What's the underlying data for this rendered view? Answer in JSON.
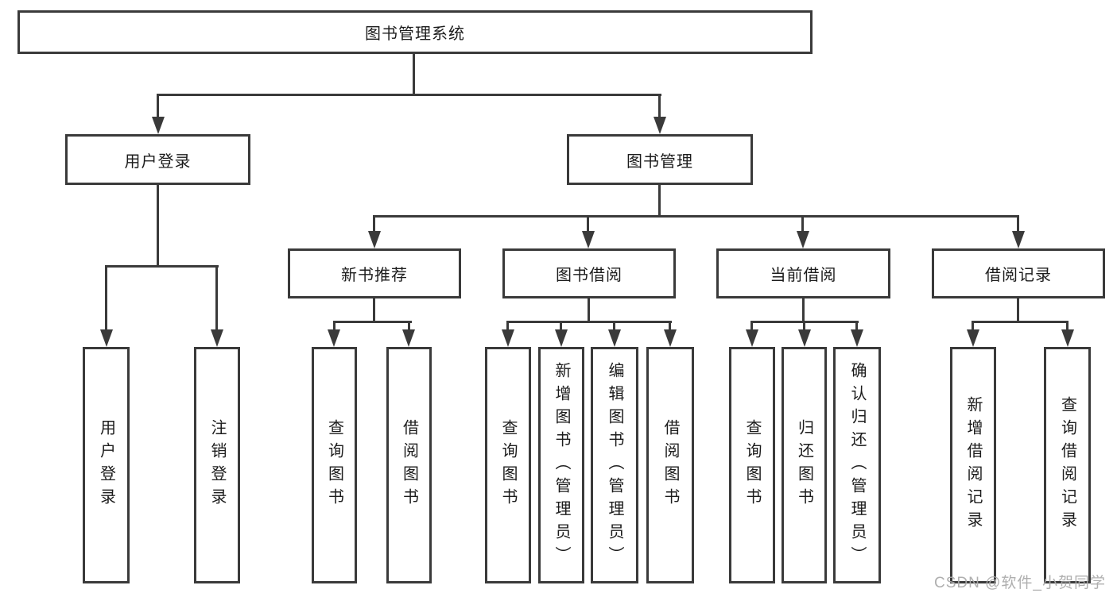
{
  "diagram": {
    "title": "图书管理系统",
    "colors": {
      "line": "#3a3a3a",
      "text": "#1c1c1c",
      "background": "#ffffff",
      "watermark": "#ababab"
    },
    "root": {
      "label": "图书管理系统"
    },
    "level2": [
      {
        "label": "用户登录",
        "parent": "图书管理系统"
      },
      {
        "label": "图书管理",
        "parent": "图书管理系统"
      }
    ],
    "level3": [
      {
        "label": "新书推荐",
        "parent": "图书管理"
      },
      {
        "label": "图书借阅",
        "parent": "图书管理"
      },
      {
        "label": "当前借阅",
        "parent": "图书管理"
      },
      {
        "label": "借阅记录",
        "parent": "图书管理"
      }
    ],
    "leaves": [
      {
        "label": "用户登录",
        "parent": "用户登录"
      },
      {
        "label": "注销登录",
        "parent": "用户登录"
      },
      {
        "label": "查询图书",
        "parent": "新书推荐"
      },
      {
        "label": "借阅图书",
        "parent": "新书推荐"
      },
      {
        "label": "查询图书",
        "parent": "图书借阅"
      },
      {
        "label": "新增图书（管理员）",
        "parent": "图书借阅"
      },
      {
        "label": "编辑图书（管理员）",
        "parent": "图书借阅"
      },
      {
        "label": "借阅图书",
        "parent": "图书借阅"
      },
      {
        "label": "查询图书",
        "parent": "当前借阅"
      },
      {
        "label": "归还图书",
        "parent": "当前借阅"
      },
      {
        "label": "确认归还（管理员）",
        "parent": "当前借阅"
      },
      {
        "label": "新增借阅记录",
        "parent": "借阅记录"
      },
      {
        "label": "查询借阅记录",
        "parent": "借阅记录"
      }
    ],
    "watermark": {
      "text": "CSDN @软件_小贺同学"
    }
  }
}
